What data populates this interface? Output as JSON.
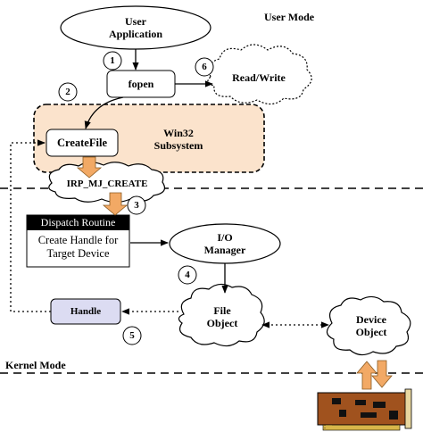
{
  "mode_labels": {
    "user": "User Mode",
    "kernel": "Kernel Mode"
  },
  "nodes": {
    "user_application": [
      "User",
      "Application"
    ],
    "fopen": "fopen",
    "read_write": "Read/Write",
    "win32_subsystem": [
      "Win32",
      "Subsystem"
    ],
    "createfile": "CreateFile",
    "irp": "IRP_MJ_CREATE",
    "dispatch_title": "Dispatch Routine",
    "dispatch_body": [
      "Create Handle for",
      "Target Device"
    ],
    "io_manager": [
      "I/O",
      "Manager"
    ],
    "handle": "Handle",
    "file_object": [
      "File",
      "Object"
    ],
    "device_object": [
      "Device",
      "Object"
    ]
  },
  "steps": [
    "1",
    "2",
    "3",
    "4",
    "5",
    "6"
  ],
  "colors": {
    "subsystem_fill": "#fbe3cc",
    "orange_arrow": "#f2a965",
    "handle_fill": "#dcdcf2",
    "card_body": "#a0521e",
    "dispatch_header": "#000000"
  },
  "icons": {
    "hardware": "expansion-card-icon"
  }
}
